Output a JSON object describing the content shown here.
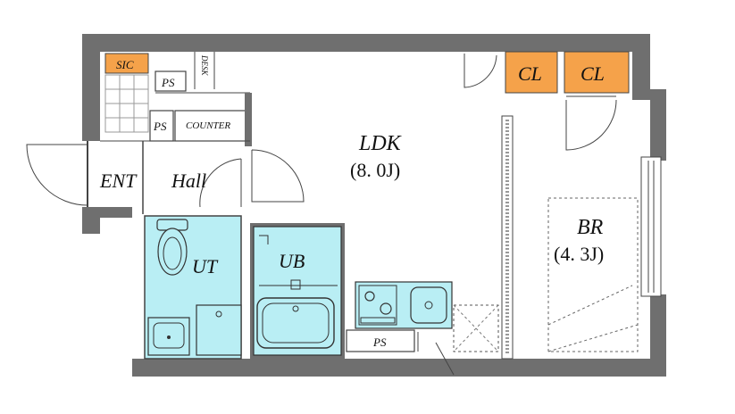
{
  "floor_plan": {
    "rooms": {
      "ldk_name": "LDK",
      "ldk_size": "(8. 0J)",
      "br_name": "BR",
      "br_size": "(4. 3J)",
      "ut": "UT",
      "ub": "UB",
      "ent": "ENT",
      "hall": "Hall"
    },
    "fixtures": {
      "sic": "SIC",
      "ps_top": "PS",
      "ps_left": "PS",
      "ps_bottom": "PS",
      "desk": "DESK",
      "counter": "COUNTER",
      "cl_left": "CL",
      "cl_right": "CL"
    },
    "colors": {
      "wall": "#6f6f6f",
      "wet_area": "#b9eef4",
      "closet": "#f5a24a"
    }
  }
}
